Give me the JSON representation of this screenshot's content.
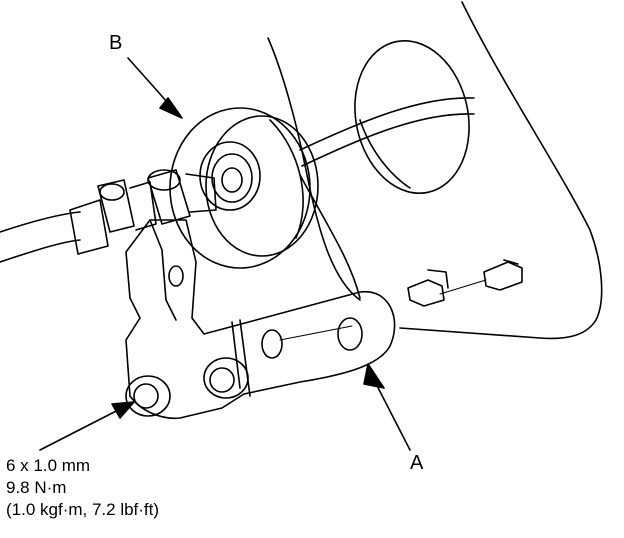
{
  "callouts": {
    "b": "B",
    "a": "A"
  },
  "torque_spec": {
    "bolt": "6 x 1.0 mm",
    "torque_nm": "9.8 N·m",
    "torque_alt": "(1.0 kgf·m, 7.2 lbf·ft)"
  },
  "colors": {
    "line": "#000000",
    "background": "#ffffff"
  }
}
